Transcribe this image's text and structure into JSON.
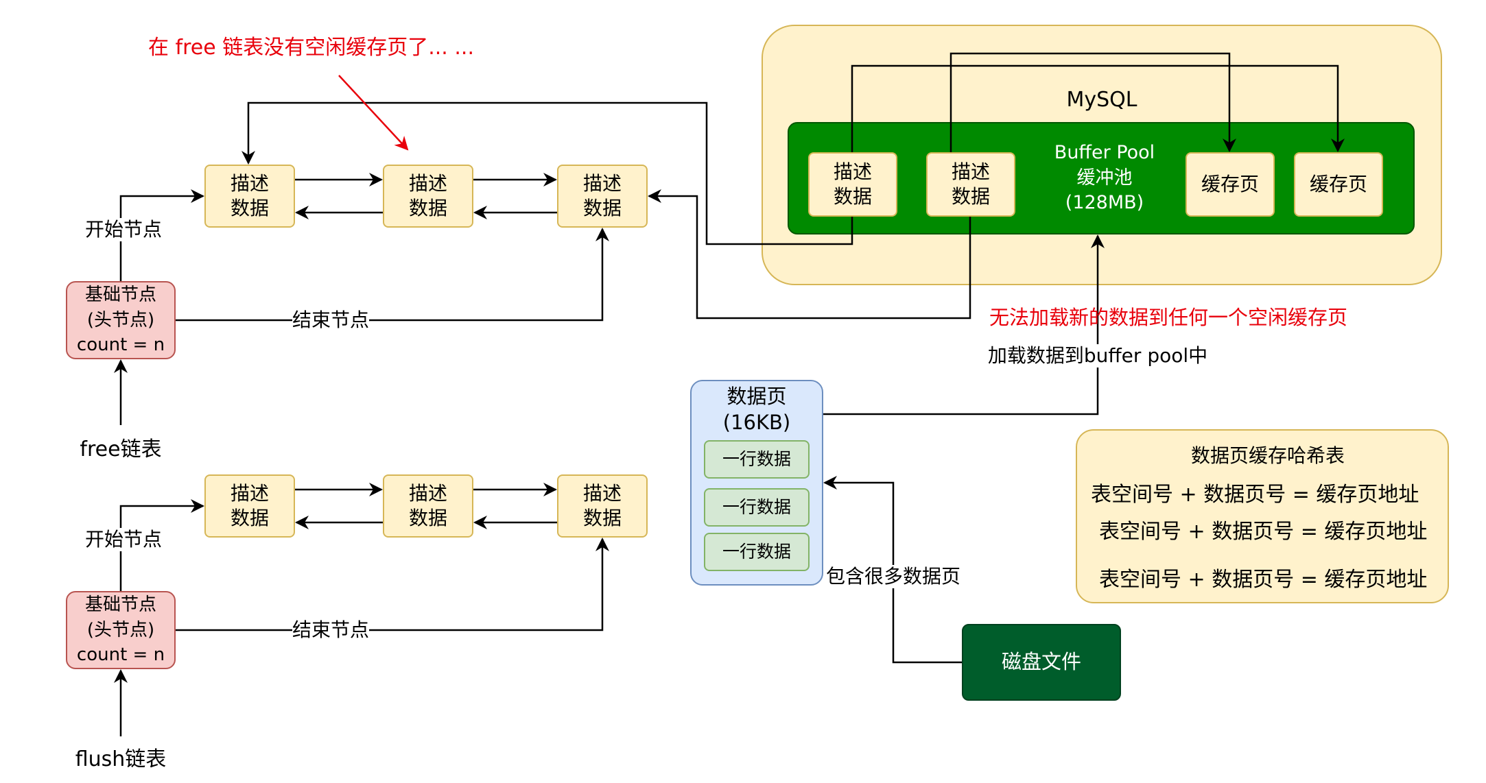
{
  "annotation_top": "在 free 链表没有空闲缓存页了... ...",
  "annotation_load_fail": "无法加载新的数据到任何一个空闲缓存页",
  "mysql": {
    "label": "MySQL",
    "buffer_pool": {
      "title": "Buffer Pool\n缓冲池\n(128MB)"
    },
    "descriptor_1": "描述\n数据",
    "descriptor_2": "描述\n数据",
    "cache_page_1": "缓存页",
    "cache_page_2": "缓存页"
  },
  "free_list": {
    "name": "free链表",
    "head": "基础节点\n(头节点)\ncount = n",
    "start_label": "开始节点",
    "end_label": "结束节点",
    "nodes": [
      "描述\n数据",
      "描述\n数据",
      "描述\n数据"
    ]
  },
  "flush_list": {
    "name": "flush链表",
    "head": "基础节点\n(头节点)\ncount = n",
    "start_label": "开始节点",
    "end_label": "结束节点",
    "nodes": [
      "描述\n数据",
      "描述\n数据",
      "描述\n数据"
    ]
  },
  "data_page": {
    "title": "数据页\n(16KB)",
    "rows": [
      "一行数据",
      "一行数据",
      "一行数据"
    ]
  },
  "load_label": "加载数据到buffer pool中",
  "contains_label": "包含很多数据页",
  "disk_file": "磁盘文件",
  "hash_table": {
    "title": "数据页缓存哈希表",
    "entries": [
      "表空间号 + 数据页号 = 缓存页地址",
      "表空间号 + 数据页号 = 缓存页地址",
      "表空间号 + 数据页号 = 缓存页地址"
    ]
  },
  "colors": {
    "mysql_fill": "#fff2cc",
    "mysql_border": "#d6b656",
    "buffer_pool_fill": "#008a00",
    "buffer_pool_border": "#005700",
    "disk_fill": "#005d2b",
    "annotation": "#e8000b"
  }
}
